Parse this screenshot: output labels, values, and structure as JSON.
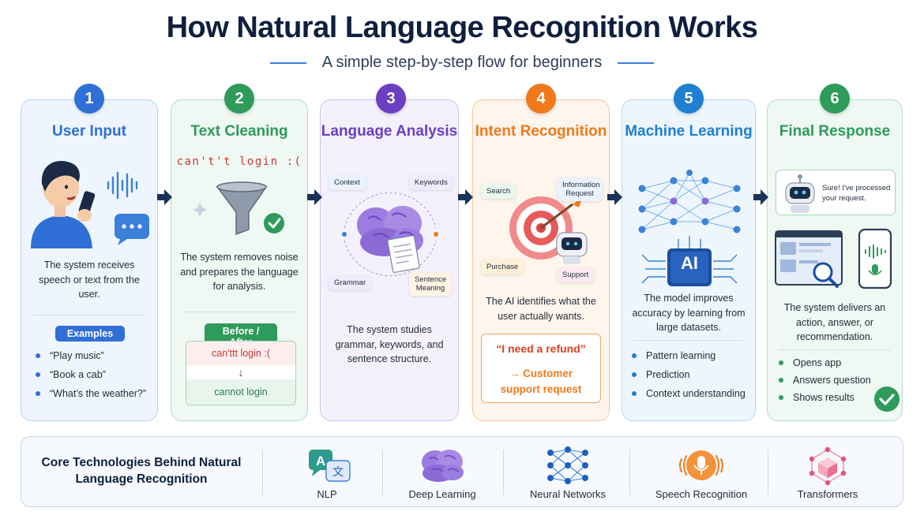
{
  "header": {
    "title": "How Natural Language Recognition Works",
    "subtitle": "A simple step-by-step flow for beginners"
  },
  "steps": [
    {
      "number": "1",
      "title": "User Input",
      "color": "#2f6fd6",
      "description": "The system receives speech or text from the user.",
      "examples_label": "Examples",
      "examples": [
        "“Play music”",
        "“Book a cab”",
        "“What’s the weather?”"
      ]
    },
    {
      "number": "2",
      "title": "Text Cleaning",
      "color": "#2e9b5a",
      "noisy_text": "can't't login :(",
      "description": "The system removes noise and prepares the language for analysis.",
      "before_after_label": "Before / After",
      "before": "can'ttt login :(",
      "after": "cannot login"
    },
    {
      "number": "3",
      "title": "Language Analysis",
      "color": "#6a3fc2",
      "chips": [
        "Context",
        "Keywords",
        "Grammar",
        "Sentence Meaning"
      ],
      "description": "The system studies grammar, keywords, and sentence structure."
    },
    {
      "number": "4",
      "title": "Intent Recognition",
      "color": "#ef7a1c",
      "chips": [
        "Search",
        "Information Request",
        "Purchase",
        "Support"
      ],
      "description": "The AI identifies what the user actually wants.",
      "quote": "“I need a refund”",
      "result": "→ Customer support request"
    },
    {
      "number": "5",
      "title": "Machine Learning",
      "color": "#1f7fd1",
      "chip_label": "AI",
      "description": "The model improves accuracy by learning from large datasets.",
      "bullets": [
        "Pattern learning",
        "Prediction",
        "Context understanding"
      ]
    },
    {
      "number": "6",
      "title": "Final Response",
      "color": "#2e9b5a",
      "bot_message": "Sure! I've processed your request.",
      "description": "The system delivers an action, answer, or recommendation.",
      "bullets": [
        "Opens app",
        "Answers question",
        "Shows results"
      ]
    }
  ],
  "technologies": {
    "title": "Core Technologies Behind Natural Language Recognition",
    "items": [
      {
        "label": "NLP",
        "icon": "translate-icon"
      },
      {
        "label": "Deep Learning",
        "icon": "brain-icon"
      },
      {
        "label": "Neural Networks",
        "icon": "network-icon"
      },
      {
        "label": "Speech Recognition",
        "icon": "microphone-icon"
      },
      {
        "label": "Transformers",
        "icon": "cube-icon"
      }
    ]
  },
  "colors": {
    "navy": "#0f1f3d",
    "arrow": "#1a3358"
  }
}
